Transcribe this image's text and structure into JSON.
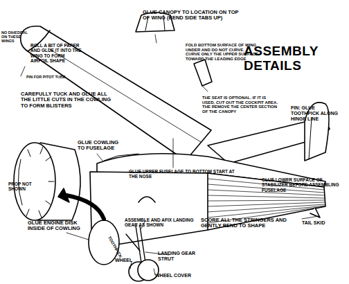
{
  "diagram": {
    "title": "ASSEMBLY DETAILS",
    "labels": [
      "GLUE CANOPY TO LOCATION ON TOP OF WING (BEND SIDE TABS UP)",
      "NO DIHEDRAL ON THESE WINGS",
      "FOLD BOTTOM SURFACE OF WING UNDER AND DO NOT CURVE. CURVE ONLY THE UPPER SURFACE TOWARD THE LEADING EDGE",
      "ROLL A BIT OF PAPER AND GLUE IT INTO THE WING TO FORM AIRFOIL SHAPE",
      "PIN FOR PITOT TUBE",
      "THE SEAT IS OPTIONAL. IF IT IS USED, CUT OUT THE COCKPIT AREA. THE REMOVE THE CENTER SECTION OF THE CANOPY",
      "FIN: GLUE TOOTHPICK ALONG HINGE LINE",
      "CAREFULLY TUCK AND GLUE ALL THE LITTLE CUTS IN THE COWLING TO FORM BLISTERS",
      "GLUE COWLING TO FUSELAGE",
      "GLUE UPPER FUSELAGE TO BOTTOM START AT THE NOSE",
      "GLUE LOWER SURFACE OF STABILIZER BEFORE ASSEMBLING FUSELAGE",
      "PROP NOT SHOWN",
      "TAIL SKID",
      "SCORE ALL THE STRINGERS AND GENTLY BEND TO SHAPE",
      "ASSEMBLE AND AFIX LANDING GEAR AS SHOWN",
      "GLUE ENGINE DISK INSIDE OF COWLING",
      "TOOTHPICK",
      "LANDING GEAR STRUT",
      "WHEEL",
      "WHEEL COVER"
    ]
  }
}
